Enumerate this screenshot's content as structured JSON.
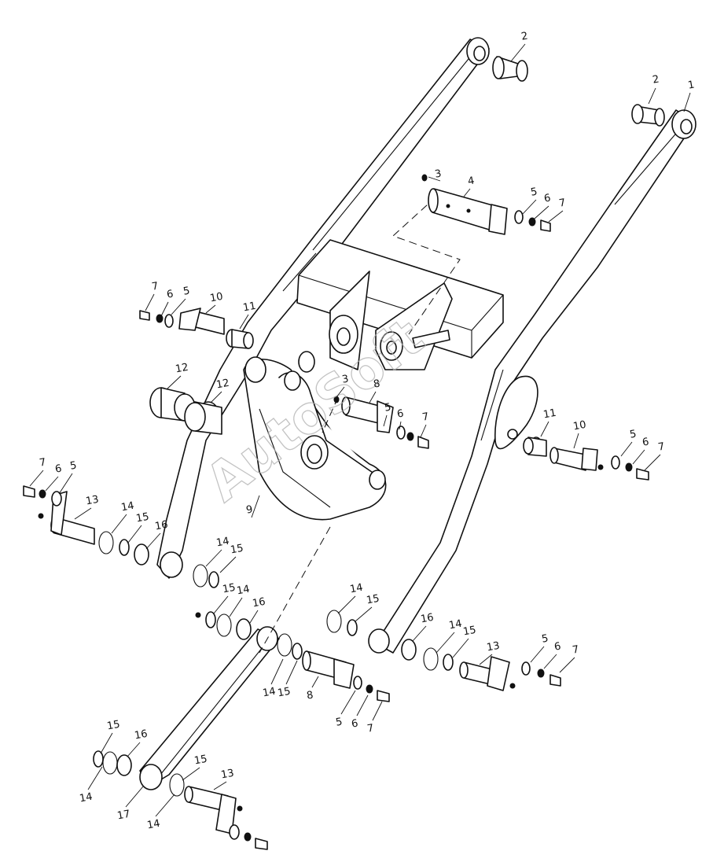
{
  "watermark": "AutoSoft",
  "callouts": [
    {
      "label": "1"
    },
    {
      "label": "2"
    },
    {
      "label": "2"
    },
    {
      "label": "3"
    },
    {
      "label": "4"
    },
    {
      "label": "5"
    },
    {
      "label": "6"
    },
    {
      "label": "7"
    },
    {
      "label": "7"
    },
    {
      "label": "6"
    },
    {
      "label": "5"
    },
    {
      "label": "10"
    },
    {
      "label": "11"
    },
    {
      "label": "12"
    },
    {
      "label": "12"
    },
    {
      "label": "3"
    },
    {
      "label": "8"
    },
    {
      "label": "5"
    },
    {
      "label": "6"
    },
    {
      "label": "7"
    },
    {
      "label": "11"
    },
    {
      "label": "10"
    },
    {
      "label": "5"
    },
    {
      "label": "6"
    },
    {
      "label": "7"
    },
    {
      "label": "7"
    },
    {
      "label": "6"
    },
    {
      "label": "5"
    },
    {
      "label": "13"
    },
    {
      "label": "14"
    },
    {
      "label": "15"
    },
    {
      "label": "16"
    },
    {
      "label": "9"
    },
    {
      "label": "14"
    },
    {
      "label": "15"
    },
    {
      "label": "15"
    },
    {
      "label": "14"
    },
    {
      "label": "16"
    },
    {
      "label": "14"
    },
    {
      "label": "15"
    },
    {
      "label": "16"
    },
    {
      "label": "14"
    },
    {
      "label": "15"
    },
    {
      "label": "13"
    },
    {
      "label": "5"
    },
    {
      "label": "6"
    },
    {
      "label": "7"
    },
    {
      "label": "14"
    },
    {
      "label": "15"
    },
    {
      "label": "8"
    },
    {
      "label": "5"
    },
    {
      "label": "6"
    },
    {
      "label": "7"
    },
    {
      "label": "15"
    },
    {
      "label": "16"
    },
    {
      "label": "14"
    },
    {
      "label": "17"
    },
    {
      "label": "15"
    },
    {
      "label": "14"
    },
    {
      "label": "13"
    }
  ]
}
